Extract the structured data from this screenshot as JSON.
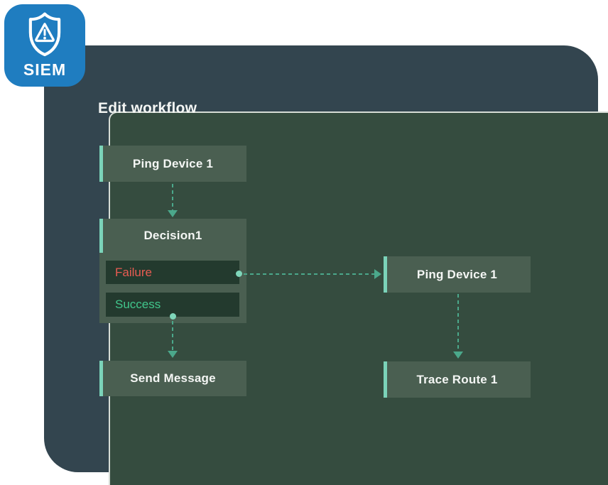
{
  "badge": {
    "label": "SIEM"
  },
  "editor": {
    "title": "Edit workflow"
  },
  "workflow": {
    "nodes": {
      "ping_device_top": {
        "label": "Ping Device 1",
        "type": "action"
      },
      "decision": {
        "label": "Decision1",
        "type": "decision",
        "branches": {
          "failure": {
            "label": "Failure",
            "color": "#e85c52"
          },
          "success": {
            "label": "Success",
            "color": "#41c78c"
          }
        }
      },
      "send_message": {
        "label": "Send Message",
        "type": "action"
      },
      "ping_device_right": {
        "label": "Ping Device 1",
        "type": "action"
      },
      "trace_route": {
        "label": "Trace Route 1",
        "type": "action"
      }
    },
    "connections": [
      {
        "from": "ping_device_top",
        "to": "decision",
        "style": "dashed-arrow-down"
      },
      {
        "from": "decision.failure",
        "to": "ping_device_right",
        "style": "dashed-arrow-right"
      },
      {
        "from": "decision.success",
        "to": "send_message",
        "style": "dashed-arrow-down"
      },
      {
        "from": "ping_device_right",
        "to": "trace_route",
        "style": "dashed-arrow-down"
      }
    ]
  },
  "colors": {
    "badge_blue": "#1f7dc0",
    "frame_slate": "#33454f",
    "panel_green": "#354c3f",
    "panel_border": "#d6dcd6",
    "node_fill": "#4a5f51",
    "node_accent_teal": "#7bd3b9",
    "branch_row_fill": "#233a2e",
    "failure_red": "#e85c52",
    "success_green": "#41c78c",
    "connector_teal": "#4ba88b",
    "text_white": "#f4f6f4"
  }
}
